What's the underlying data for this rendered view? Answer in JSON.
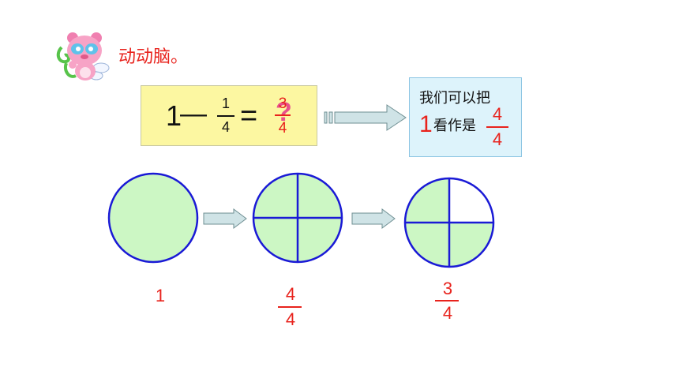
{
  "title": "动动脑。",
  "equation": {
    "one": "1",
    "minus": "—",
    "fraction": {
      "numerator": "1",
      "denominator": "4"
    },
    "equals": "=",
    "question_mark": "?",
    "answer": {
      "numerator": "3",
      "denominator": "4"
    }
  },
  "info": {
    "line1": "我们可以把",
    "one": "1",
    "line2": "看作是",
    "fraction": {
      "numerator": "4",
      "denominator": "4"
    }
  },
  "circles": [
    {
      "label": "1",
      "parts": 1,
      "shaded": 1
    },
    {
      "label_fraction": {
        "numerator": "4",
        "denominator": "4"
      },
      "parts": 4,
      "shaded": 4
    },
    {
      "label_fraction": {
        "numerator": "3",
        "denominator": "4"
      },
      "parts": 4,
      "shaded": 3
    }
  ],
  "colors": {
    "circle_fill": "#ccf7c4",
    "circle_stroke": "#1a1ad6",
    "red": "#e8231d",
    "equation_bg": "#fcf7a1",
    "info_bg": "#ddf3fb",
    "arrow_fill": "#cfe3e6"
  }
}
